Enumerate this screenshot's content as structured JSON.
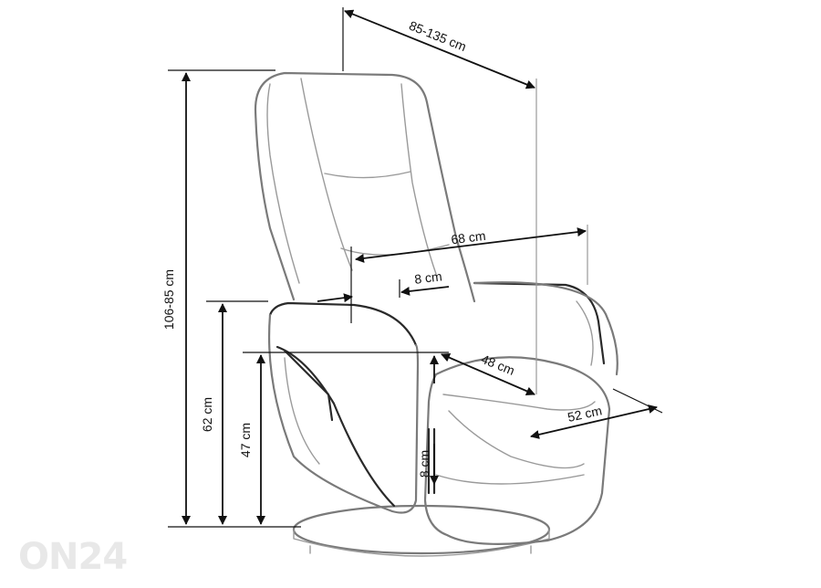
{
  "diagram": {
    "labels": {
      "depth_range": "85-135 cm",
      "width": "68 cm",
      "armrest_width": "8 cm",
      "seat_depth": "48 cm",
      "seat_width": "52 cm",
      "height_range": "106-85 cm",
      "armrest_height": "62 cm",
      "seat_height": "47 cm",
      "base_height": "8 cm"
    },
    "watermark": "ON24"
  }
}
